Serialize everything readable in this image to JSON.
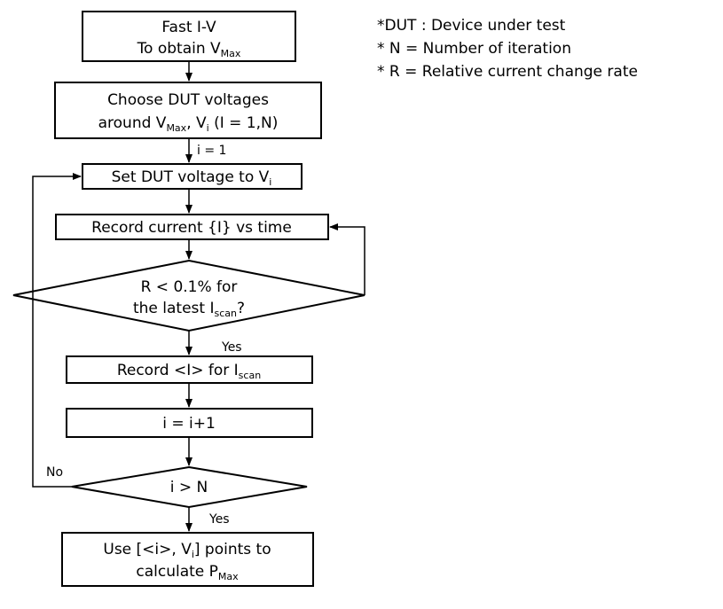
{
  "notes": [
    "*DUT : Device under test",
    "* N = Number of iteration",
    "* R = Relative current change rate"
  ],
  "steps": {
    "fast_iv": {
      "line1": "Fast I-V",
      "line2_main": "To obtain V",
      "line2_sub": "Max"
    },
    "choose": {
      "line1": "Choose DUT voltages",
      "line2_a": "around V",
      "line2_a_sub": "Max",
      "line2_b": ", V",
      "line2_b_sub": "i",
      "line2_c": " (I = 1,N)"
    },
    "set_voltage": {
      "main": "Set DUT voltage to V",
      "sub": "i"
    },
    "record_current": {
      "text": "Record current {I} vs time"
    },
    "decision_r": {
      "line1": "R < 0.1% for",
      "line2_main": "the latest I",
      "line2_sub": "scan",
      "line2_end": "?"
    },
    "record_avg": {
      "main": "Record <I> for I",
      "sub": "scan"
    },
    "increment": {
      "text": "i = i+1"
    },
    "decision_n": {
      "text": "i > N"
    },
    "calculate": {
      "line1_a": "Use [<i>, V",
      "line1_sub": "i",
      "line1_b": "] points to",
      "line2_main": "calculate P",
      "line2_sub": "Max"
    }
  },
  "edge_labels": {
    "init": "i = 1",
    "yes_r": "Yes",
    "no_n": "No",
    "yes_n": "Yes"
  }
}
